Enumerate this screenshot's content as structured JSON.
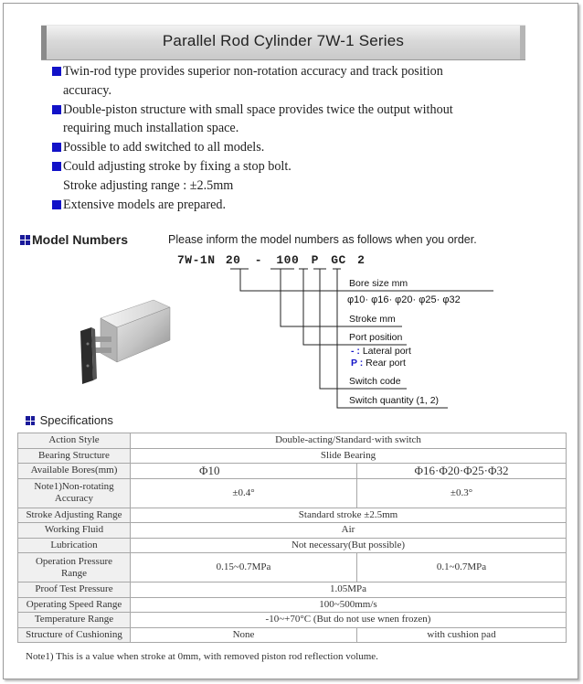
{
  "title": "Parallel Rod Cylinder  7W-1 Series",
  "features": [
    {
      "lines": [
        "Twin-rod type provides superior non-rotation accuracy and track position",
        "accuracy."
      ]
    },
    {
      "lines": [
        "Double-piston structure with small space provides twice the output without",
        "requiring much installation space."
      ]
    },
    {
      "lines": [
        "Possible to add switched to all models."
      ]
    },
    {
      "lines": [
        "Could adjusting stroke by fixing a stop bolt.",
        "Stroke adjusting range : ±2.5mm"
      ]
    },
    {
      "lines": [
        "Extensive models are prepared."
      ]
    }
  ],
  "model_numbers": {
    "heading": "Model Numbers",
    "description": "Please inform the model numbers as follows when you order.",
    "code_prefix": "7W-1N",
    "code_bore": "20",
    "code_dash": "-",
    "code_stroke": "100",
    "code_port": "P",
    "code_switch": "GC",
    "code_qty": "2",
    "bore_label": "Bore size mm",
    "bore_values": "φ10· φ16· φ20· φ25· φ32",
    "stroke_label": "Stroke mm",
    "port_label": "Port position",
    "port_lateral_key": "- :",
    "port_lateral": "Lateral port",
    "port_rear_key": "P :",
    "port_rear": "Rear port",
    "switch_code_label": "Switch code",
    "switch_qty_label": "Switch quantity (1, 2)"
  },
  "specifications": {
    "heading": "Specifications",
    "rows": {
      "action_style": {
        "label": "Action Style",
        "value": "Double-acting/Standard·with switch"
      },
      "bearing": {
        "label": "Bearing Structure",
        "value": "Slide Bearing"
      },
      "bores": {
        "label": "Available Bores(mm)",
        "value_a": "Φ10",
        "value_b": "Φ16·Φ20·Φ25·Φ32"
      },
      "non_rotating": {
        "label_1": "Note1)Non-rotating",
        "label_2": "Accuracy",
        "value_a": "±0.4°",
        "value_b": "±0.3°"
      },
      "stroke_adj": {
        "label": "Stroke Adjusting Range",
        "value": "Standard stroke ±2.5mm"
      },
      "fluid": {
        "label": "Working Fluid",
        "value": "Air"
      },
      "lubrication": {
        "label": "Lubrication",
        "value": "Not necessary(But possible)"
      },
      "op_pressure": {
        "label_1": "Operation Pressure",
        "label_2": "Range",
        "value_a": "0.15~0.7MPa",
        "value_b": "0.1~0.7MPa"
      },
      "proof": {
        "label": "Proof Test Pressure",
        "value": "1.05MPa"
      },
      "speed": {
        "label": "Operating Speed Range",
        "value": "100~500mm/s"
      },
      "temp": {
        "label": "Temperature Range",
        "value": "-10~+70°C (But do not use wnen frozen)"
      },
      "cushion": {
        "label": "Structure of Cushioning",
        "value_a": "None",
        "value_b": "with cushion pad"
      }
    },
    "note": "Note1) This is a value when stroke at 0mm, with removed piston rod reflection volume."
  },
  "colors": {
    "bullet": "#1212c8",
    "accent_blue": "#1414c8",
    "border": "#a7a7a7"
  }
}
